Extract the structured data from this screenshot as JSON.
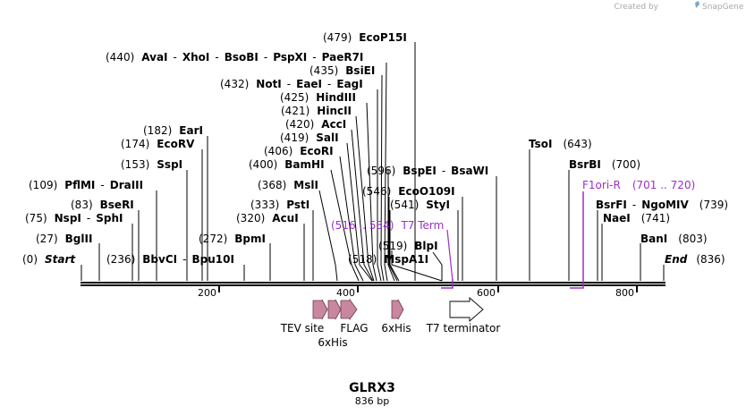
{
  "credit": {
    "prefix": "Created by",
    "brand": "SnapGene"
  },
  "map_title": "GLRX3",
  "map_length": "836 bp",
  "scale": {
    "ticks": [
      {
        "label": "200",
        "bp": 200
      },
      {
        "label": "400",
        "bp": 400
      },
      {
        "label": "600",
        "bp": 600
      },
      {
        "label": "800",
        "bp": 800
      }
    ]
  },
  "colors": {
    "feature_fill": "#c9879f",
    "primer": "#9b30c8",
    "line": "#000000"
  },
  "enzymes": [
    {
      "id": "start",
      "pos": "(0)",
      "name": "Start",
      "bp": 0,
      "italic": true
    },
    {
      "id": "bglii",
      "pos": "(27)",
      "name": "BglII",
      "bp": 27
    },
    {
      "id": "nspi",
      "pos": "(75)",
      "name": "NspI",
      "extra": "SphI",
      "bp": 75
    },
    {
      "id": "bseri",
      "pos": "(83)",
      "name": "BseRI",
      "bp": 83
    },
    {
      "id": "pflmi",
      "pos": "(109)",
      "name": "PflMI",
      "extra": "DraIII",
      "bp": 109
    },
    {
      "id": "sspi",
      "pos": "(153)",
      "name": "SspI",
      "bp": 153
    },
    {
      "id": "ecorv",
      "pos": "(174)",
      "name": "EcoRV",
      "bp": 174
    },
    {
      "id": "eari",
      "pos": "(182)",
      "name": "EarI",
      "bp": 182
    },
    {
      "id": "bbvci",
      "pos": "(236)",
      "name": "BbvCI",
      "extra": "Bpu10I",
      "bp": 236
    },
    {
      "id": "bpmi",
      "pos": "(272)",
      "name": "BpmI",
      "bp": 272
    },
    {
      "id": "acui",
      "pos": "(320)",
      "name": "AcuI",
      "bp": 320
    },
    {
      "id": "psti",
      "pos": "(333)",
      "name": "PstI",
      "bp": 333
    },
    {
      "id": "msli",
      "pos": "(368)",
      "name": "MslI",
      "bp": 368
    },
    {
      "id": "bamhi",
      "pos": "(400)",
      "name": "BamHI",
      "bp": 400
    },
    {
      "id": "ecori",
      "pos": "(406)",
      "name": "EcoRI",
      "bp": 406
    },
    {
      "id": "sali",
      "pos": "(419)",
      "name": "SalI",
      "bp": 419
    },
    {
      "id": "acci",
      "pos": "(420)",
      "name": "AccI",
      "bp": 420
    },
    {
      "id": "hincii",
      "pos": "(421)",
      "name": "HincII",
      "bp": 421
    },
    {
      "id": "hindiii",
      "pos": "(425)",
      "name": "HindIII",
      "bp": 425
    },
    {
      "id": "noti",
      "pos": "(432)",
      "name": "NotI",
      "extra": "EaeI",
      "extra2": "EagI",
      "bp": 432
    },
    {
      "id": "bsiei",
      "pos": "(435)",
      "name": "BsiEI",
      "bp": 435
    },
    {
      "id": "avai",
      "pos": "(440)",
      "name": "AvaI",
      "extra": "XhoI",
      "extra2": "BsoBI",
      "extra3": "PspXI",
      "extra4": "PaeR7I",
      "bp": 440
    },
    {
      "id": "ecop15i",
      "pos": "(479)",
      "name": "EcoP15I",
      "bp": 479
    },
    {
      "id": "mspa1i",
      "pos": "(518)",
      "name": "MspA1I",
      "bp": 518
    },
    {
      "id": "blpi",
      "pos": "(519)",
      "name": "BlpI",
      "bp": 519
    },
    {
      "id": "styi",
      "pos": "(541)",
      "name": "StyI",
      "bp": 541
    },
    {
      "id": "ecoo109i",
      "pos": "(546)",
      "name": "EcoO109I",
      "bp": 546
    },
    {
      "id": "bspei",
      "pos": "(596)",
      "name": "BspEI",
      "extra": "BsaWI",
      "bp": 596
    },
    {
      "id": "tsoi",
      "pos": "(643)",
      "name": "TsoI",
      "bp": 643
    },
    {
      "id": "bsrbi",
      "pos": "(700)",
      "name": "BsrBI",
      "bp": 700
    },
    {
      "id": "bsrfi",
      "pos": "(739)",
      "name": "BsrFI",
      "extra": "NgoMIV",
      "bp": 739
    },
    {
      "id": "naei",
      "pos": "(741)",
      "name": "NaeI",
      "bp": 741
    },
    {
      "id": "bani",
      "pos": "(803)",
      "name": "BanI",
      "bp": 803
    },
    {
      "id": "end",
      "pos": "(836)",
      "name": "End",
      "bp": 836,
      "italic": true
    }
  ],
  "primers": [
    {
      "id": "t7term",
      "range": "(516 .. 534)",
      "name": "T7 Term"
    },
    {
      "id": "f1ori",
      "range": "(701 .. 720)",
      "name": "F1ori-R"
    }
  ],
  "features": [
    {
      "id": "tev",
      "label": "TEV site"
    },
    {
      "id": "his1",
      "label": "6xHis"
    },
    {
      "id": "flag",
      "label": "FLAG"
    },
    {
      "id": "his2",
      "label": "6xHis"
    },
    {
      "id": "t7t",
      "label": "T7 terminator"
    }
  ]
}
